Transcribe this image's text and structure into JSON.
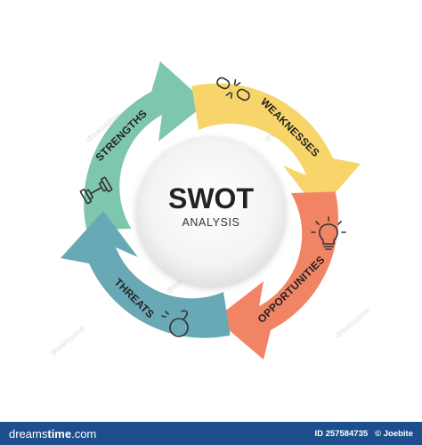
{
  "center": {
    "title": "SWOT",
    "subtitle": "ANALYSIS"
  },
  "segments": [
    {
      "label": "STRENGTHS",
      "color": "#7ec6ad",
      "icon": "dumbbell-icon"
    },
    {
      "label": "WEAKNESSES",
      "color": "#f7d56a",
      "icon": "broken-chain-icon"
    },
    {
      "label": "OPPORTUNITIES",
      "color": "#f28466",
      "icon": "lightbulb-icon"
    },
    {
      "label": "THREATS",
      "color": "#69a8b5",
      "icon": "bomb-icon"
    }
  ],
  "watermark": "dreamstime",
  "footer": {
    "brand_prefix": "dreams",
    "brand_suffix": "time",
    "brand_domain": ".com",
    "id_text": "ID 257584735",
    "copyright": "© Joebite"
  }
}
